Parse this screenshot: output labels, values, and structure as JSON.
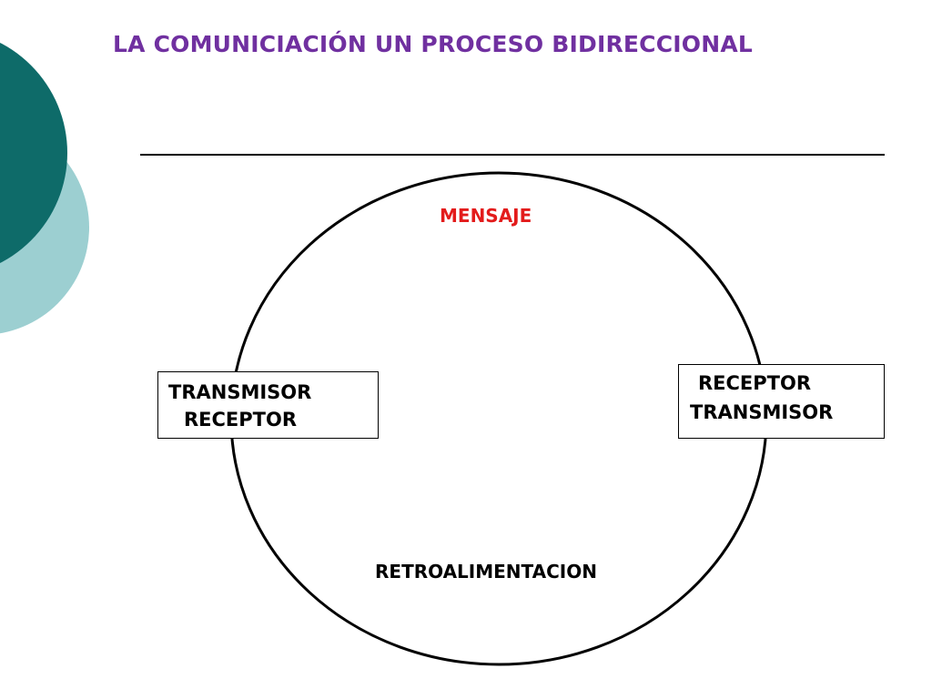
{
  "slide": {
    "title": "LA COMUNICIACIÓN UN PROCESO BIDIRECCIONAL"
  },
  "theme": {
    "title_color": "#7030a0",
    "message_color": "#e31b1b",
    "decor_dark": "#0e6b69",
    "decor_light": "#9ccfd1",
    "line_color": "#000000"
  },
  "diagram": {
    "top_label": "MENSAJE",
    "bottom_label": "RETROALIMENTACION",
    "left_node": {
      "line1": "TRANSMISOR",
      "line2": "RECEPTOR"
    },
    "right_node": {
      "line1": "RECEPTOR",
      "line2": "TRANSMISOR"
    }
  }
}
